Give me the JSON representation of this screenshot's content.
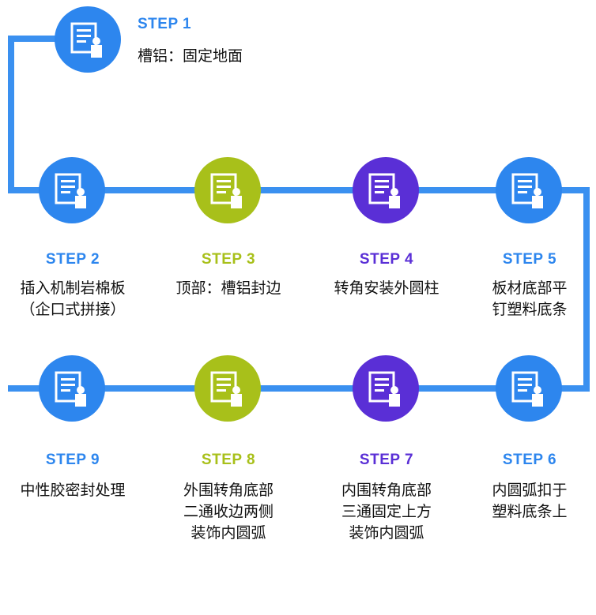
{
  "colors": {
    "line": "#3a90f0",
    "blue": "#2d86ee",
    "green": "#a8c01a",
    "purple": "#5a2fd6",
    "step_blue_text": "#2d86ee",
    "step_green_text": "#a8c01a",
    "step_purple_text": "#5a2fd6"
  },
  "steps": [
    {
      "label": "STEP 1",
      "lines": [
        "槽铝：固定地面"
      ],
      "icon": "document-user-icon"
    },
    {
      "label": "STEP 2",
      "lines": [
        "插入机制岩棉板",
        "（企口式拼接）"
      ],
      "icon": "document-user-icon"
    },
    {
      "label": "STEP 3",
      "lines": [
        "顶部：槽铝封边"
      ],
      "icon": "document-user-icon"
    },
    {
      "label": "STEP 4",
      "lines": [
        "转角安装外圆柱"
      ],
      "icon": "document-user-icon"
    },
    {
      "label": "STEP 5",
      "lines": [
        "板材底部平",
        "钉塑料底条"
      ],
      "icon": "document-user-icon"
    },
    {
      "label": "STEP 6",
      "lines": [
        "内圆弧扣于",
        "塑料底条上"
      ],
      "icon": "document-user-icon"
    },
    {
      "label": "STEP 7",
      "lines": [
        "内围转角底部",
        "三通固定上方",
        "装饰内圆弧"
      ],
      "icon": "document-user-icon"
    },
    {
      "label": "STEP 8",
      "lines": [
        "外围转角底部",
        "二通收边两侧",
        "装饰内圆弧"
      ],
      "icon": "document-user-icon"
    },
    {
      "label": "STEP 9",
      "lines": [
        "中性胶密封处理"
      ],
      "icon": "document-user-icon"
    }
  ]
}
